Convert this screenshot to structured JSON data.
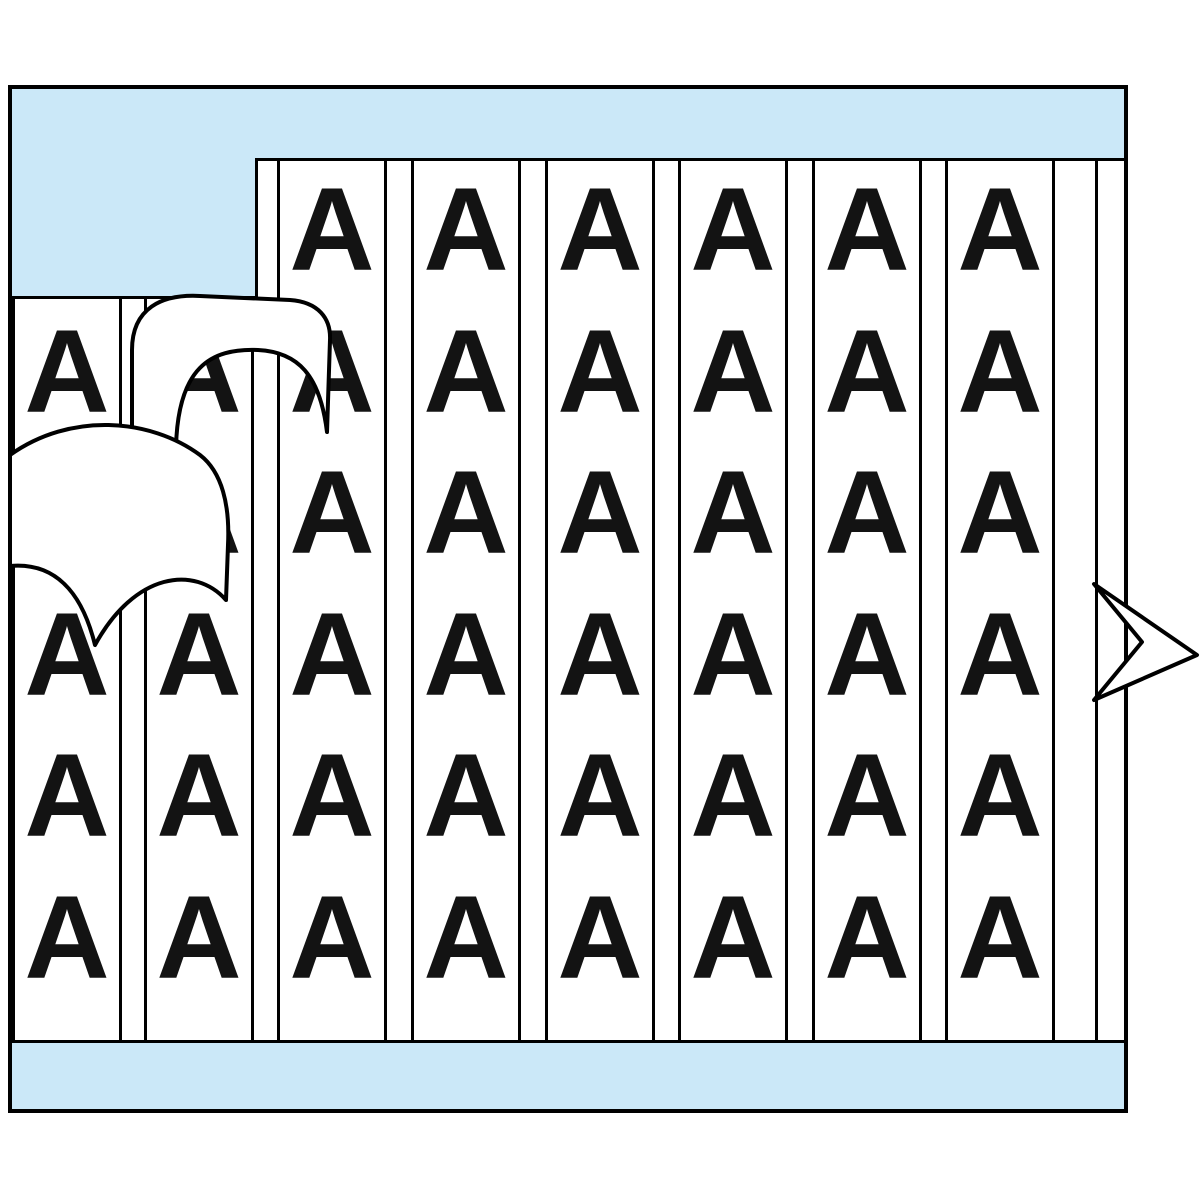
{
  "product": {
    "description": "Card of peel-off marker labels, letter A repeated",
    "letter": "A"
  },
  "colors": {
    "card_blue": "#cbe8f8",
    "label_white": "#ffffff",
    "outline_black": "#000000",
    "letter_black": "#131313"
  },
  "grid": {
    "letter": "A",
    "full_columns": 6,
    "short_columns": 2,
    "rows_per_full_column": 6,
    "rows_per_short_column": 5,
    "total_letters_visible": 46
  }
}
